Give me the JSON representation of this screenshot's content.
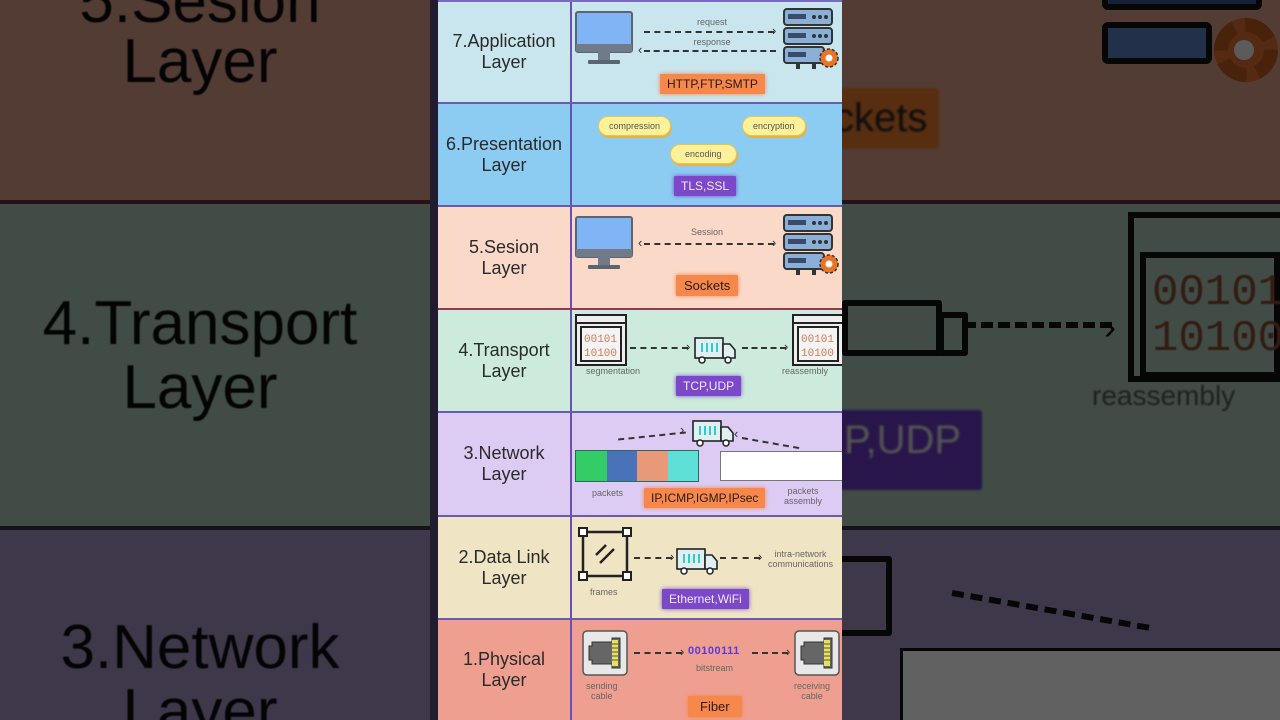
{
  "diagram": {
    "title": "OSI Model Layers",
    "layers": [
      {
        "number": 7,
        "label_line1": "7.Application",
        "label_line2": "Layer",
        "bg_color": "#c9e6ef",
        "arrow_top_label": "request",
        "arrow_bottom_label": "response",
        "protocols": "HTTP,FTP,SMTP",
        "protocol_chip_color": "#f5884a",
        "icons": [
          "monitor-icon",
          "server-gear-icon"
        ]
      },
      {
        "number": 6,
        "label_line1": "6.Presentation",
        "label_line2": "Layer",
        "bg_color": "#8dccf2",
        "tags": [
          "compression",
          "encryption",
          "encoding"
        ],
        "protocols": "TLS,SSL",
        "protocol_chip_color": "#7b48c9"
      },
      {
        "number": 5,
        "label_line1": "5.Sesion",
        "label_line2": "Layer",
        "bg_color": "#fbd9c9",
        "arrow_label": "Session",
        "protocols": "Sockets",
        "protocol_chip_color": "#f5884a",
        "icons": [
          "monitor-icon",
          "server-gear-icon"
        ]
      },
      {
        "number": 4,
        "label_line1": "4.Transport",
        "label_line2": "Layer",
        "bg_color": "#cdebdc",
        "left_caption": "segmentation",
        "right_caption": "reassembly",
        "binary_top": "00101",
        "binary_bottom": "10100",
        "protocols": "TCP,UDP",
        "protocol_chip_color": "#7b48c9",
        "icons": [
          "binary-window-icon",
          "truck-icon",
          "binary-window-icon"
        ]
      },
      {
        "number": 3,
        "label_line1": "3.Network",
        "label_line2": "Layer",
        "bg_color": "#dccbf2",
        "left_caption": "packets",
        "right_caption_line1": "packets",
        "right_caption_line2": "assembly",
        "packet_colors": [
          "#33cc66",
          "#4a72b8",
          "#e89a78",
          "#5ee0d6"
        ],
        "protocols": "IP,ICMP,IGMP,IPsec",
        "protocol_chip_color": "#f5884a",
        "icons": [
          "truck-icon"
        ]
      },
      {
        "number": 2,
        "label_line1": "2.Data Link",
        "label_line2": "Layer",
        "bg_color": "#efe4c4",
        "left_caption": "frames",
        "right_caption_line1": "intra-network",
        "right_caption_line2": "communications",
        "protocols": "Ethernet,WiFi",
        "protocol_chip_color": "#7b48c9",
        "icons": [
          "frame-icon",
          "truck-icon"
        ]
      },
      {
        "number": 1,
        "label_line1": "1.Physical",
        "label_line2": "Layer",
        "bg_color": "#ee9f8f",
        "bitstream": "00100111",
        "bitstream_caption": "bitstream",
        "left_caption_line1": "sending",
        "left_caption_line2": "cable",
        "right_caption_line1": "receiving",
        "right_caption_line2": "cable",
        "protocols": "Fiber",
        "protocol_chip_color": "#f5884a",
        "icons": [
          "ethernet-port-icon",
          "ethernet-port-icon"
        ]
      }
    ]
  },
  "background": {
    "left_texts": [
      "5.Sesion",
      "Layer",
      "4.Transport",
      "Layer",
      "3.Network",
      "Layer"
    ],
    "right_texts": [
      "ckets",
      "reassembly",
      "P,UDP"
    ],
    "binary_top": "00101",
    "binary_bottom": "10100"
  }
}
